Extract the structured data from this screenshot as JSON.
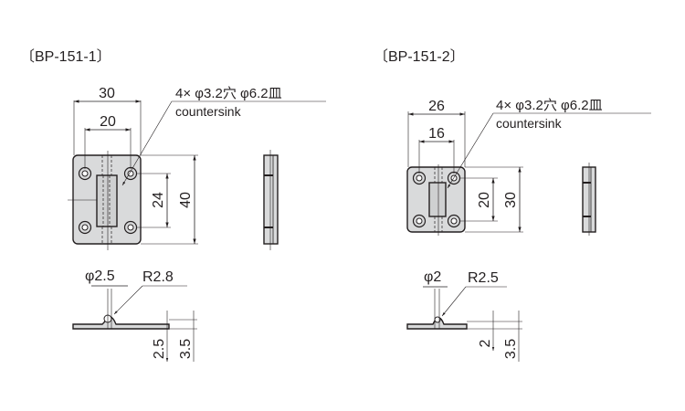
{
  "drawings": [
    {
      "id": "bp-151-1",
      "title": "〔BP-151-1〕",
      "overall_width": "30",
      "hole_pitch_x": "20",
      "hole_pitch_y": "24",
      "overall_height": "40",
      "hole_note": "4× φ3.2穴 φ6.2皿",
      "hole_note_en": "countersink",
      "pin_diameter": "φ2.5",
      "knuckle_radius": "R2.8",
      "plate_thickness": "2.5",
      "total_thickness": "3.5"
    },
    {
      "id": "bp-151-2",
      "title": "〔BP-151-2〕",
      "overall_width": "26",
      "hole_pitch_x": "16",
      "hole_pitch_y": "20",
      "overall_height": "30",
      "hole_note": "4× φ3.2穴 φ6.2皿",
      "hole_note_en": "countersink",
      "pin_diameter": "φ2",
      "knuckle_radius": "R2.5",
      "plate_thickness": "2",
      "total_thickness": "3.5"
    }
  ]
}
